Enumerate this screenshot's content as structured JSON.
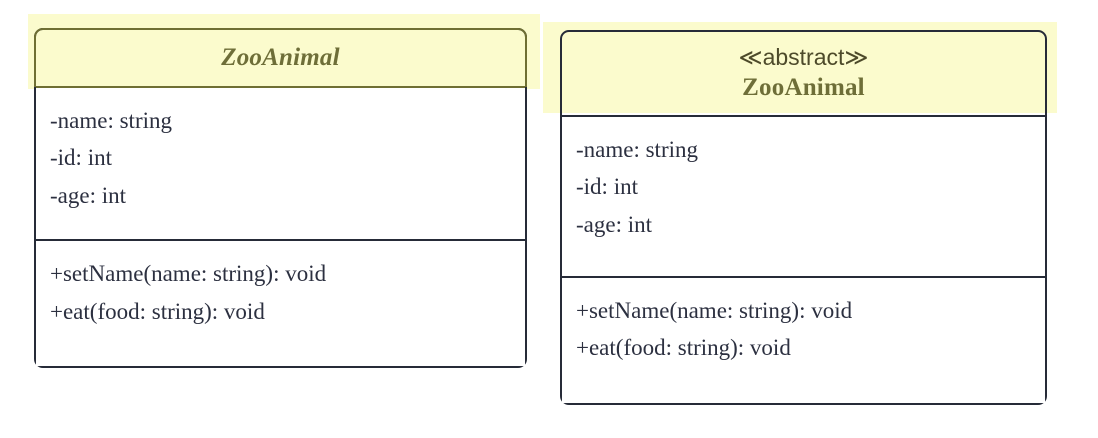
{
  "diagram": {
    "type": "uml-class-diagram",
    "title": "ZooAnimal abstract class notations",
    "colors": {
      "highlight": "#fbfbcd",
      "title_olive": "#6e6e38",
      "stereotype": "#4d4a2a",
      "border_dark": "#262b38",
      "border_olive": "#6f6f33",
      "member_text": "#2c3040",
      "background": "#ffffff"
    }
  },
  "classes": [
    {
      "id": "zooanimal-italic",
      "stereotype": "",
      "name": "ZooAnimal",
      "name_style": "bold-italic",
      "abstract_notation": "italic-name",
      "attributes": [
        "-name: string",
        "-id: int",
        "-age: int"
      ],
      "operations": [
        "+setName(name: string): void",
        "+eat(food: string): void"
      ]
    },
    {
      "id": "zooanimal-stereotype",
      "stereotype": "≪abstract≫",
      "name": "ZooAnimal",
      "name_style": "bold",
      "abstract_notation": "stereotype-keyword",
      "attributes": [
        "-name: string",
        "-id: int",
        "-age: int"
      ],
      "operations": [
        "+setName(name: string): void",
        "+eat(food: string): void"
      ]
    }
  ]
}
